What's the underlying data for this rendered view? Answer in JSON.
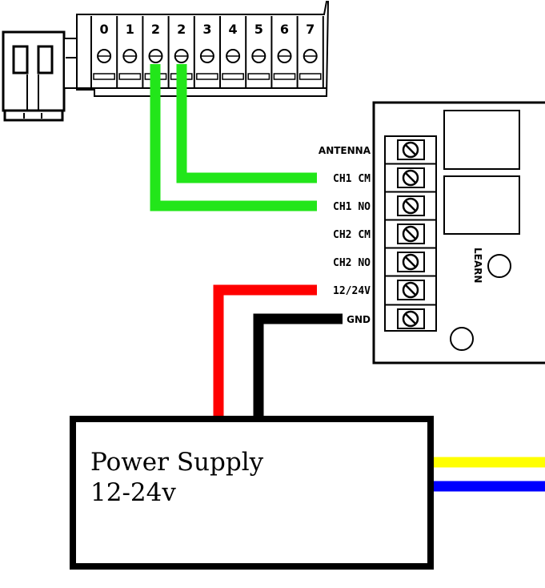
{
  "terminal_block": {
    "numbers": [
      "0",
      "1",
      "2",
      "2",
      "3",
      "4",
      "5",
      "6",
      "7"
    ]
  },
  "receiver": {
    "terminals": [
      "ANTENNA",
      "CH1 CM",
      "CH1 NO",
      "CH2 CM",
      "CH2 NO",
      "12/24V",
      "GND"
    ],
    "learn_label": "LEARN"
  },
  "power_supply": {
    "line1": "Power Supply",
    "line2": "12-24v"
  },
  "colors": {
    "signal_wire": "#22e61a",
    "positive_wire": "#ff0000",
    "ground_wire": "#000000",
    "output_wire_1": "#ffff00",
    "output_wire_2": "#0000ff"
  }
}
